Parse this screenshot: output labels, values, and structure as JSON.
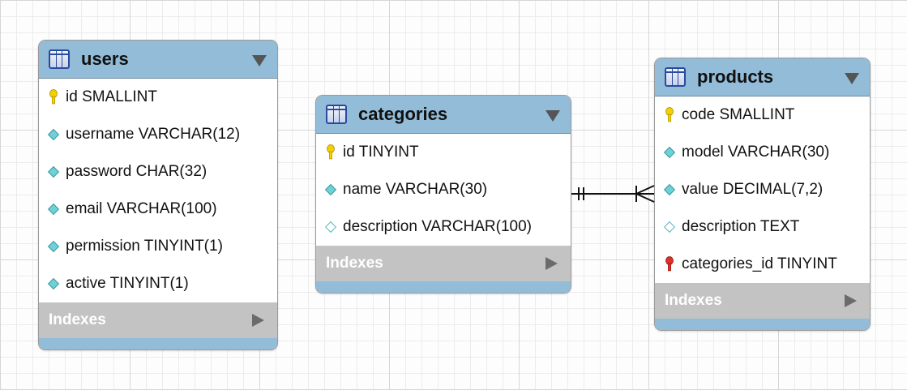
{
  "tables": [
    {
      "name": "users",
      "columns": [
        {
          "text": "id SMALLINT",
          "kind": "pk"
        },
        {
          "text": "username VARCHAR(12)",
          "kind": "nn"
        },
        {
          "text": "password CHAR(32)",
          "kind": "nn"
        },
        {
          "text": "email VARCHAR(100)",
          "kind": "nn"
        },
        {
          "text": "permission TINYINT(1)",
          "kind": "nn"
        },
        {
          "text": "active TINYINT(1)",
          "kind": "nn"
        }
      ],
      "indexes_label": "Indexes"
    },
    {
      "name": "categories",
      "columns": [
        {
          "text": "id TINYINT",
          "kind": "pk"
        },
        {
          "text": "name VARCHAR(30)",
          "kind": "nn"
        },
        {
          "text": "description VARCHAR(100)",
          "kind": "null"
        }
      ],
      "indexes_label": "Indexes"
    },
    {
      "name": "products",
      "columns": [
        {
          "text": "code SMALLINT",
          "kind": "pk"
        },
        {
          "text": "model VARCHAR(30)",
          "kind": "nn"
        },
        {
          "text": "value DECIMAL(7,2)",
          "kind": "nn"
        },
        {
          "text": "description TEXT",
          "kind": "null"
        },
        {
          "text": "categories_id TINYINT",
          "kind": "fk"
        }
      ],
      "indexes_label": "Indexes"
    }
  ],
  "relationships": [
    {
      "from_table": "categories",
      "to_table": "products",
      "from_cardinality": "one-and-only-one",
      "to_cardinality": "many"
    }
  ],
  "colors": {
    "header": "#92bcd8",
    "indexes": "#c3c3c3",
    "pk_key": "#f5d000",
    "fk_key": "#e0302a",
    "diamond": "#6fd0d6"
  }
}
